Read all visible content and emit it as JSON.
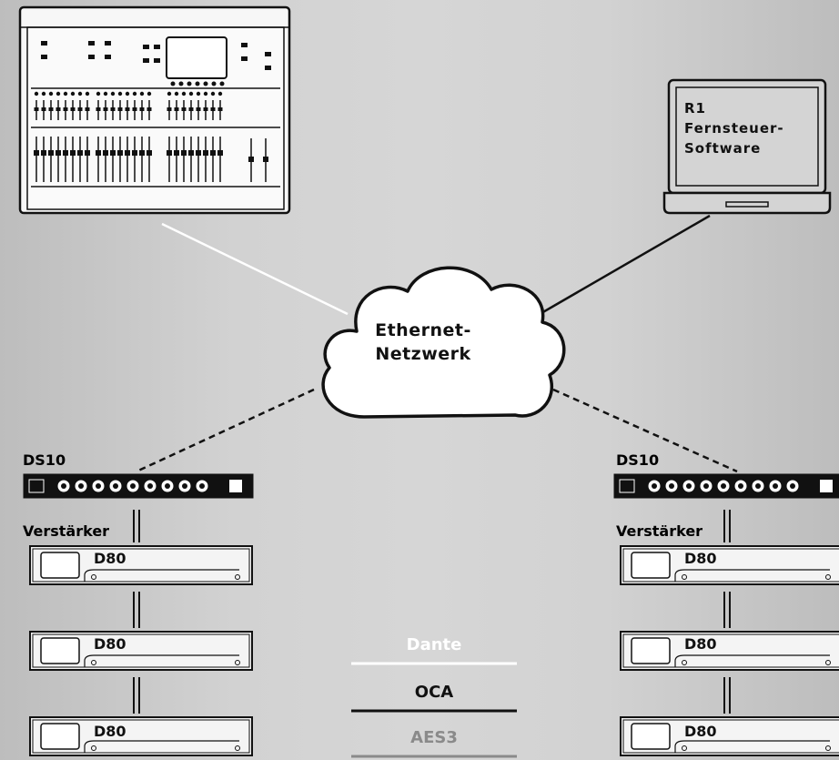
{
  "cloud": {
    "line1": "Ethernet-",
    "line2": "Netzwerk"
  },
  "laptop": {
    "line1": "R1",
    "line2": "Fernsteuer-",
    "line3": "Software"
  },
  "left_rack": {
    "ds_label": "DS10",
    "amp_group_label": "Verstärker",
    "amps": [
      "D80",
      "D80",
      "D80"
    ]
  },
  "right_rack": {
    "ds_label": "DS10",
    "amp_group_label": "Verstärker",
    "amps": [
      "D80",
      "D80",
      "D80"
    ]
  },
  "legend": [
    {
      "label": "Dante",
      "color": "#ffffff"
    },
    {
      "label": "OCA",
      "color": "#111111"
    },
    {
      "label": "AES3",
      "color": "#8a8a8a"
    }
  ]
}
